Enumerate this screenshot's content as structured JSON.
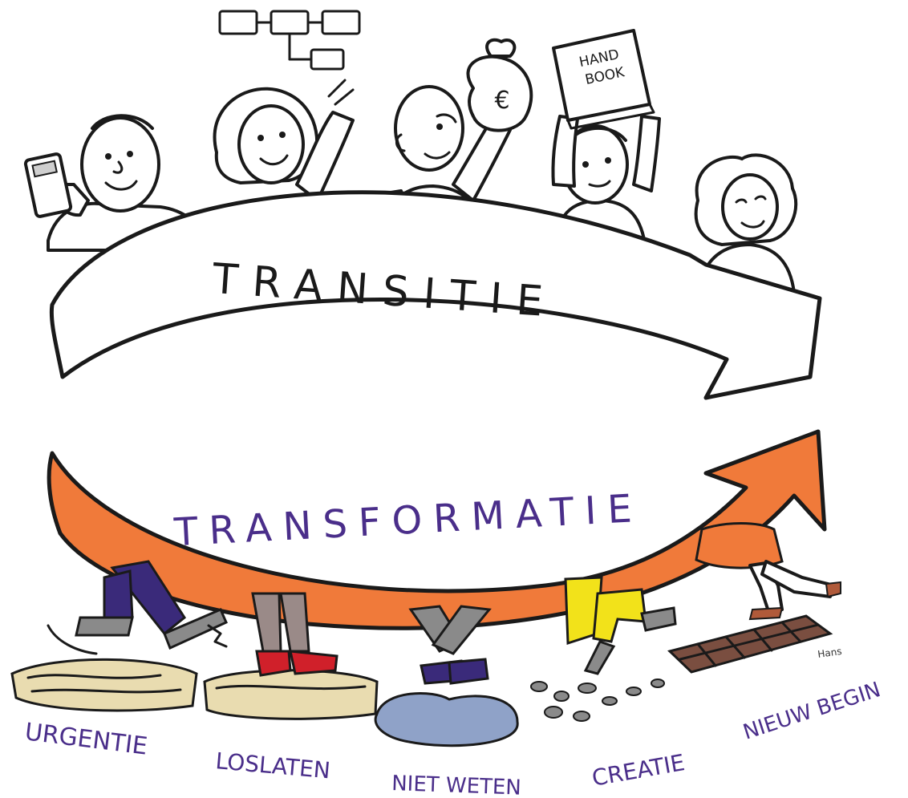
{
  "top_arrow": {
    "label": "TRANSITIE",
    "fill": "#ffffff",
    "stroke": "#1a1a1a"
  },
  "bottom_arrow": {
    "label": "TRANSFORMATIE",
    "fill": "#f07a3a",
    "text_color": "#4a2e8a"
  },
  "book_label_line1": "HAND",
  "book_label_line2": "BOOK",
  "money_symbol": "€",
  "artist_signature": "Hans",
  "phases": [
    {
      "label": "URGENTIE"
    },
    {
      "label": "LOSLATEN"
    },
    {
      "label": "NIET WETEN"
    },
    {
      "label": "CREATIE"
    },
    {
      "label": "NIEUW BEGIN"
    }
  ],
  "colors": {
    "orange": "#f07a3a",
    "purple_text": "#4a2e8a",
    "trousers_purple": "#3a2a7a",
    "trousers_yellow": "#f2e21a",
    "shoe_red": "#d0202a",
    "ground_sand": "#e9dcb0",
    "puddle_blue": "#8fa2c8",
    "tile_brown": "#7a4e40",
    "grey": "#8a8a8a"
  }
}
